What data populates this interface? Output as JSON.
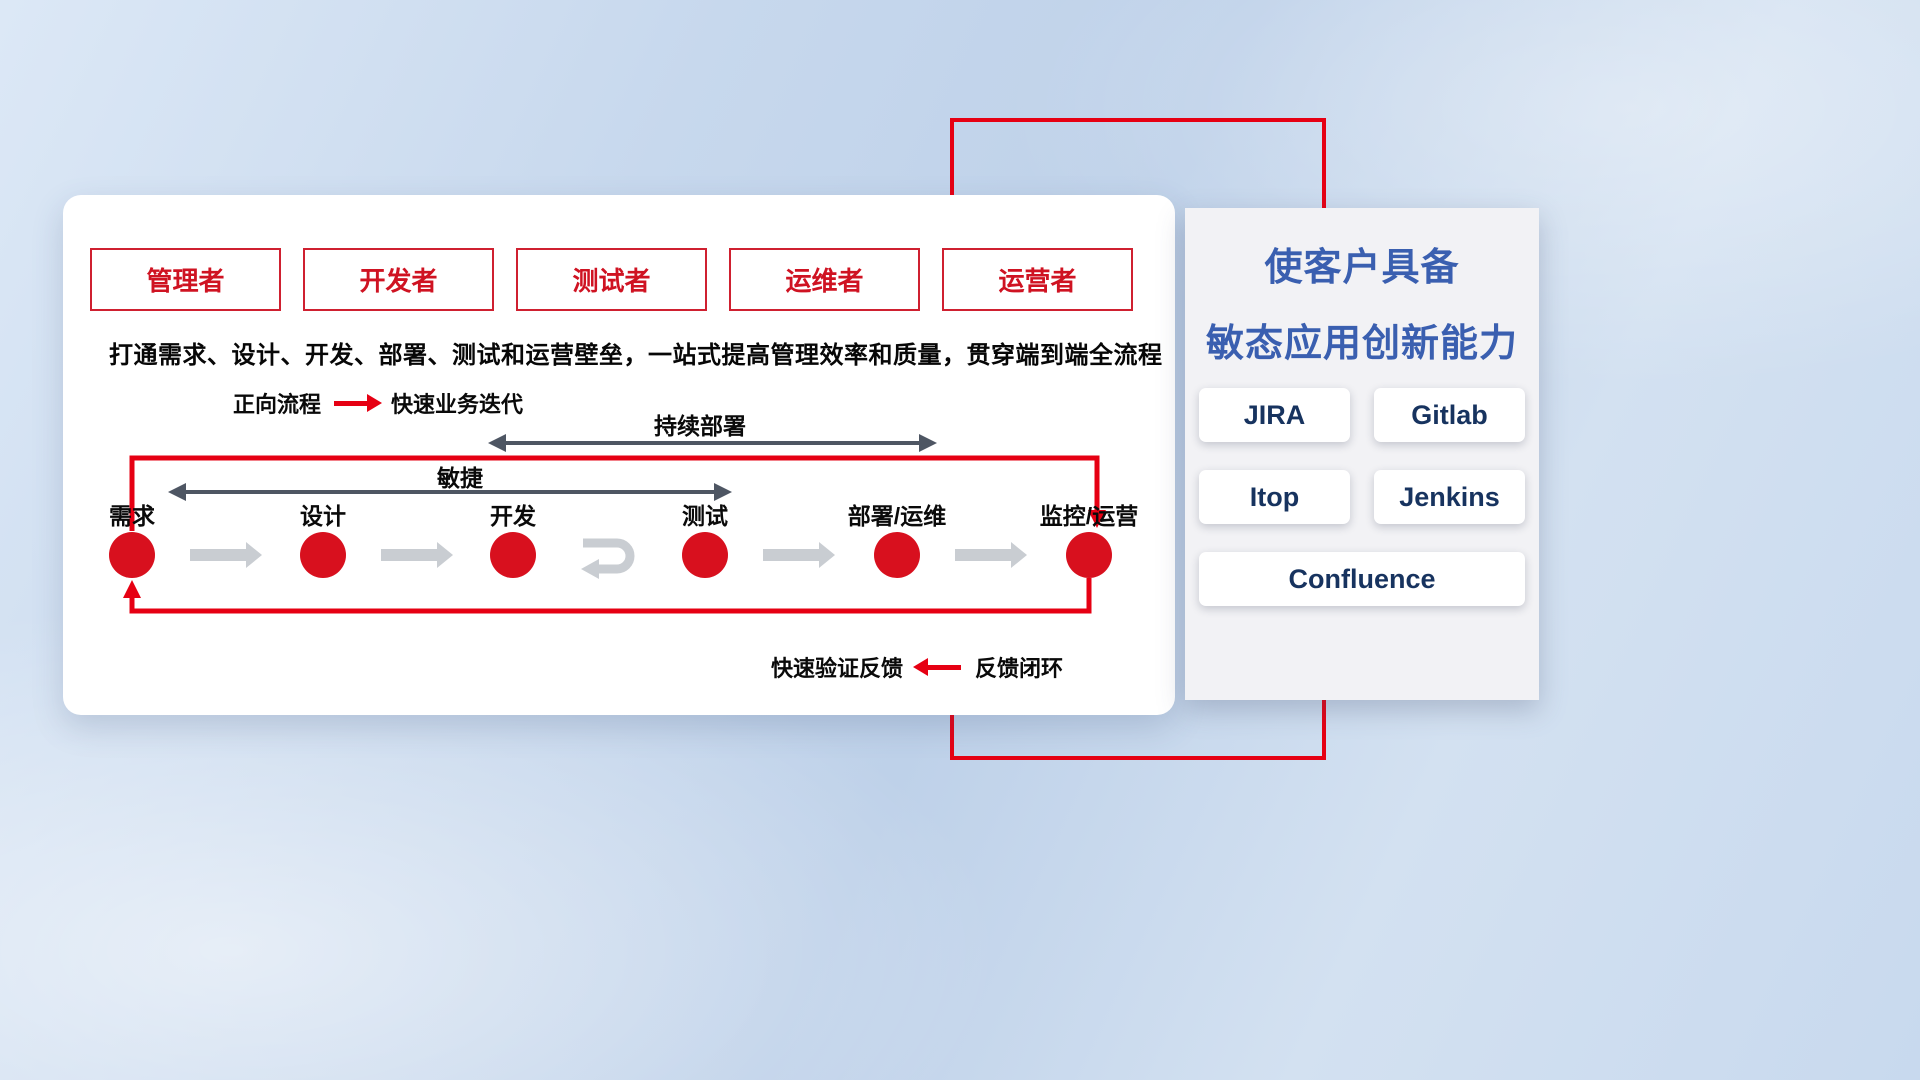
{
  "colors": {
    "red": "#e60013",
    "role_text": "#cf1322",
    "panel_title_blue": "#3a5fb0",
    "tool_text": "#17335f",
    "dark_arrow": "#4e5663",
    "light_arrow": "#c9cdd2"
  },
  "roles": [
    "管理者",
    "开发者",
    "测试者",
    "运维者",
    "运营者"
  ],
  "subtitle": "打通需求、设计、开发、部署、测试和运营壁垒，一站式提高管理效率和质量，贯穿端到端全流程",
  "forward_legend": {
    "label": "正向流程",
    "value": "快速业务迭代"
  },
  "feedback_legend": {
    "value": "快速验证反馈",
    "label": "反馈闭环"
  },
  "span_arrows": {
    "agile": "敏捷",
    "continuous_deploy": "持续部署"
  },
  "flow_nodes": [
    "需求",
    "设计",
    "开发",
    "测试",
    "部署/运维",
    "监控/运营"
  ],
  "right_panel": {
    "title_line1": "使客户具备",
    "title_line2": "敏态应用创新能力",
    "tools": [
      "JIRA",
      "Gitlab",
      "Itop",
      "Jenkins",
      "Confluence"
    ]
  }
}
